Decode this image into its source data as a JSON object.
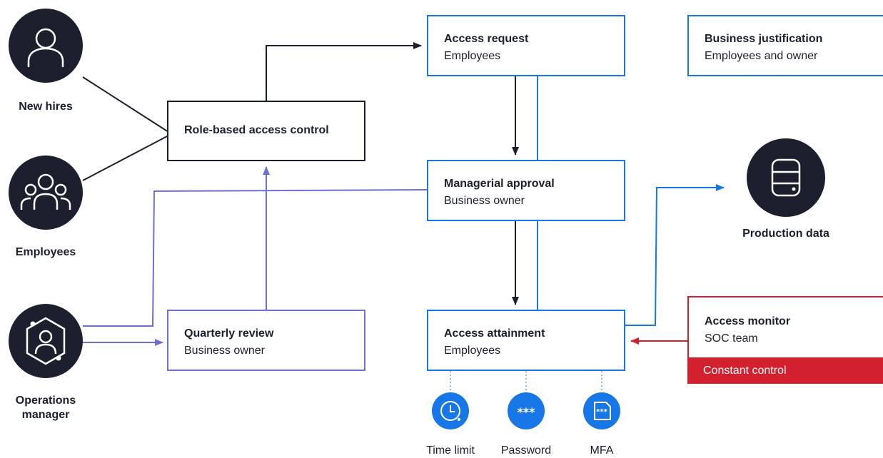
{
  "actors": {
    "new_hires": "New hires",
    "employees": "Employees",
    "operations_manager": "Operations\nmanager",
    "production_data": "Production data"
  },
  "boxes": {
    "rbac": {
      "title": "Role-based access control"
    },
    "access_request": {
      "title": "Access request",
      "subtitle": "Employees"
    },
    "business_justification": {
      "title": "Business justification",
      "subtitle": "Employees and owner"
    },
    "managerial_approval": {
      "title": "Managerial approval",
      "subtitle": "Business owner"
    },
    "quarterly_review": {
      "title": "Quarterly review",
      "subtitle": "Business owner"
    },
    "access_attainment": {
      "title": "Access attainment",
      "subtitle": "Employees"
    },
    "access_monitor": {
      "title": "Access monitor",
      "subtitle": "SOC team",
      "banner": "Constant control"
    }
  },
  "controls": {
    "time_limit": "Time limit",
    "password": "Password",
    "mfa": "MFA"
  },
  "colors": {
    "dark": "#1c1f2e",
    "blue": "#1877e6",
    "purple": "#6c6fd9",
    "red": "#d2202f"
  }
}
